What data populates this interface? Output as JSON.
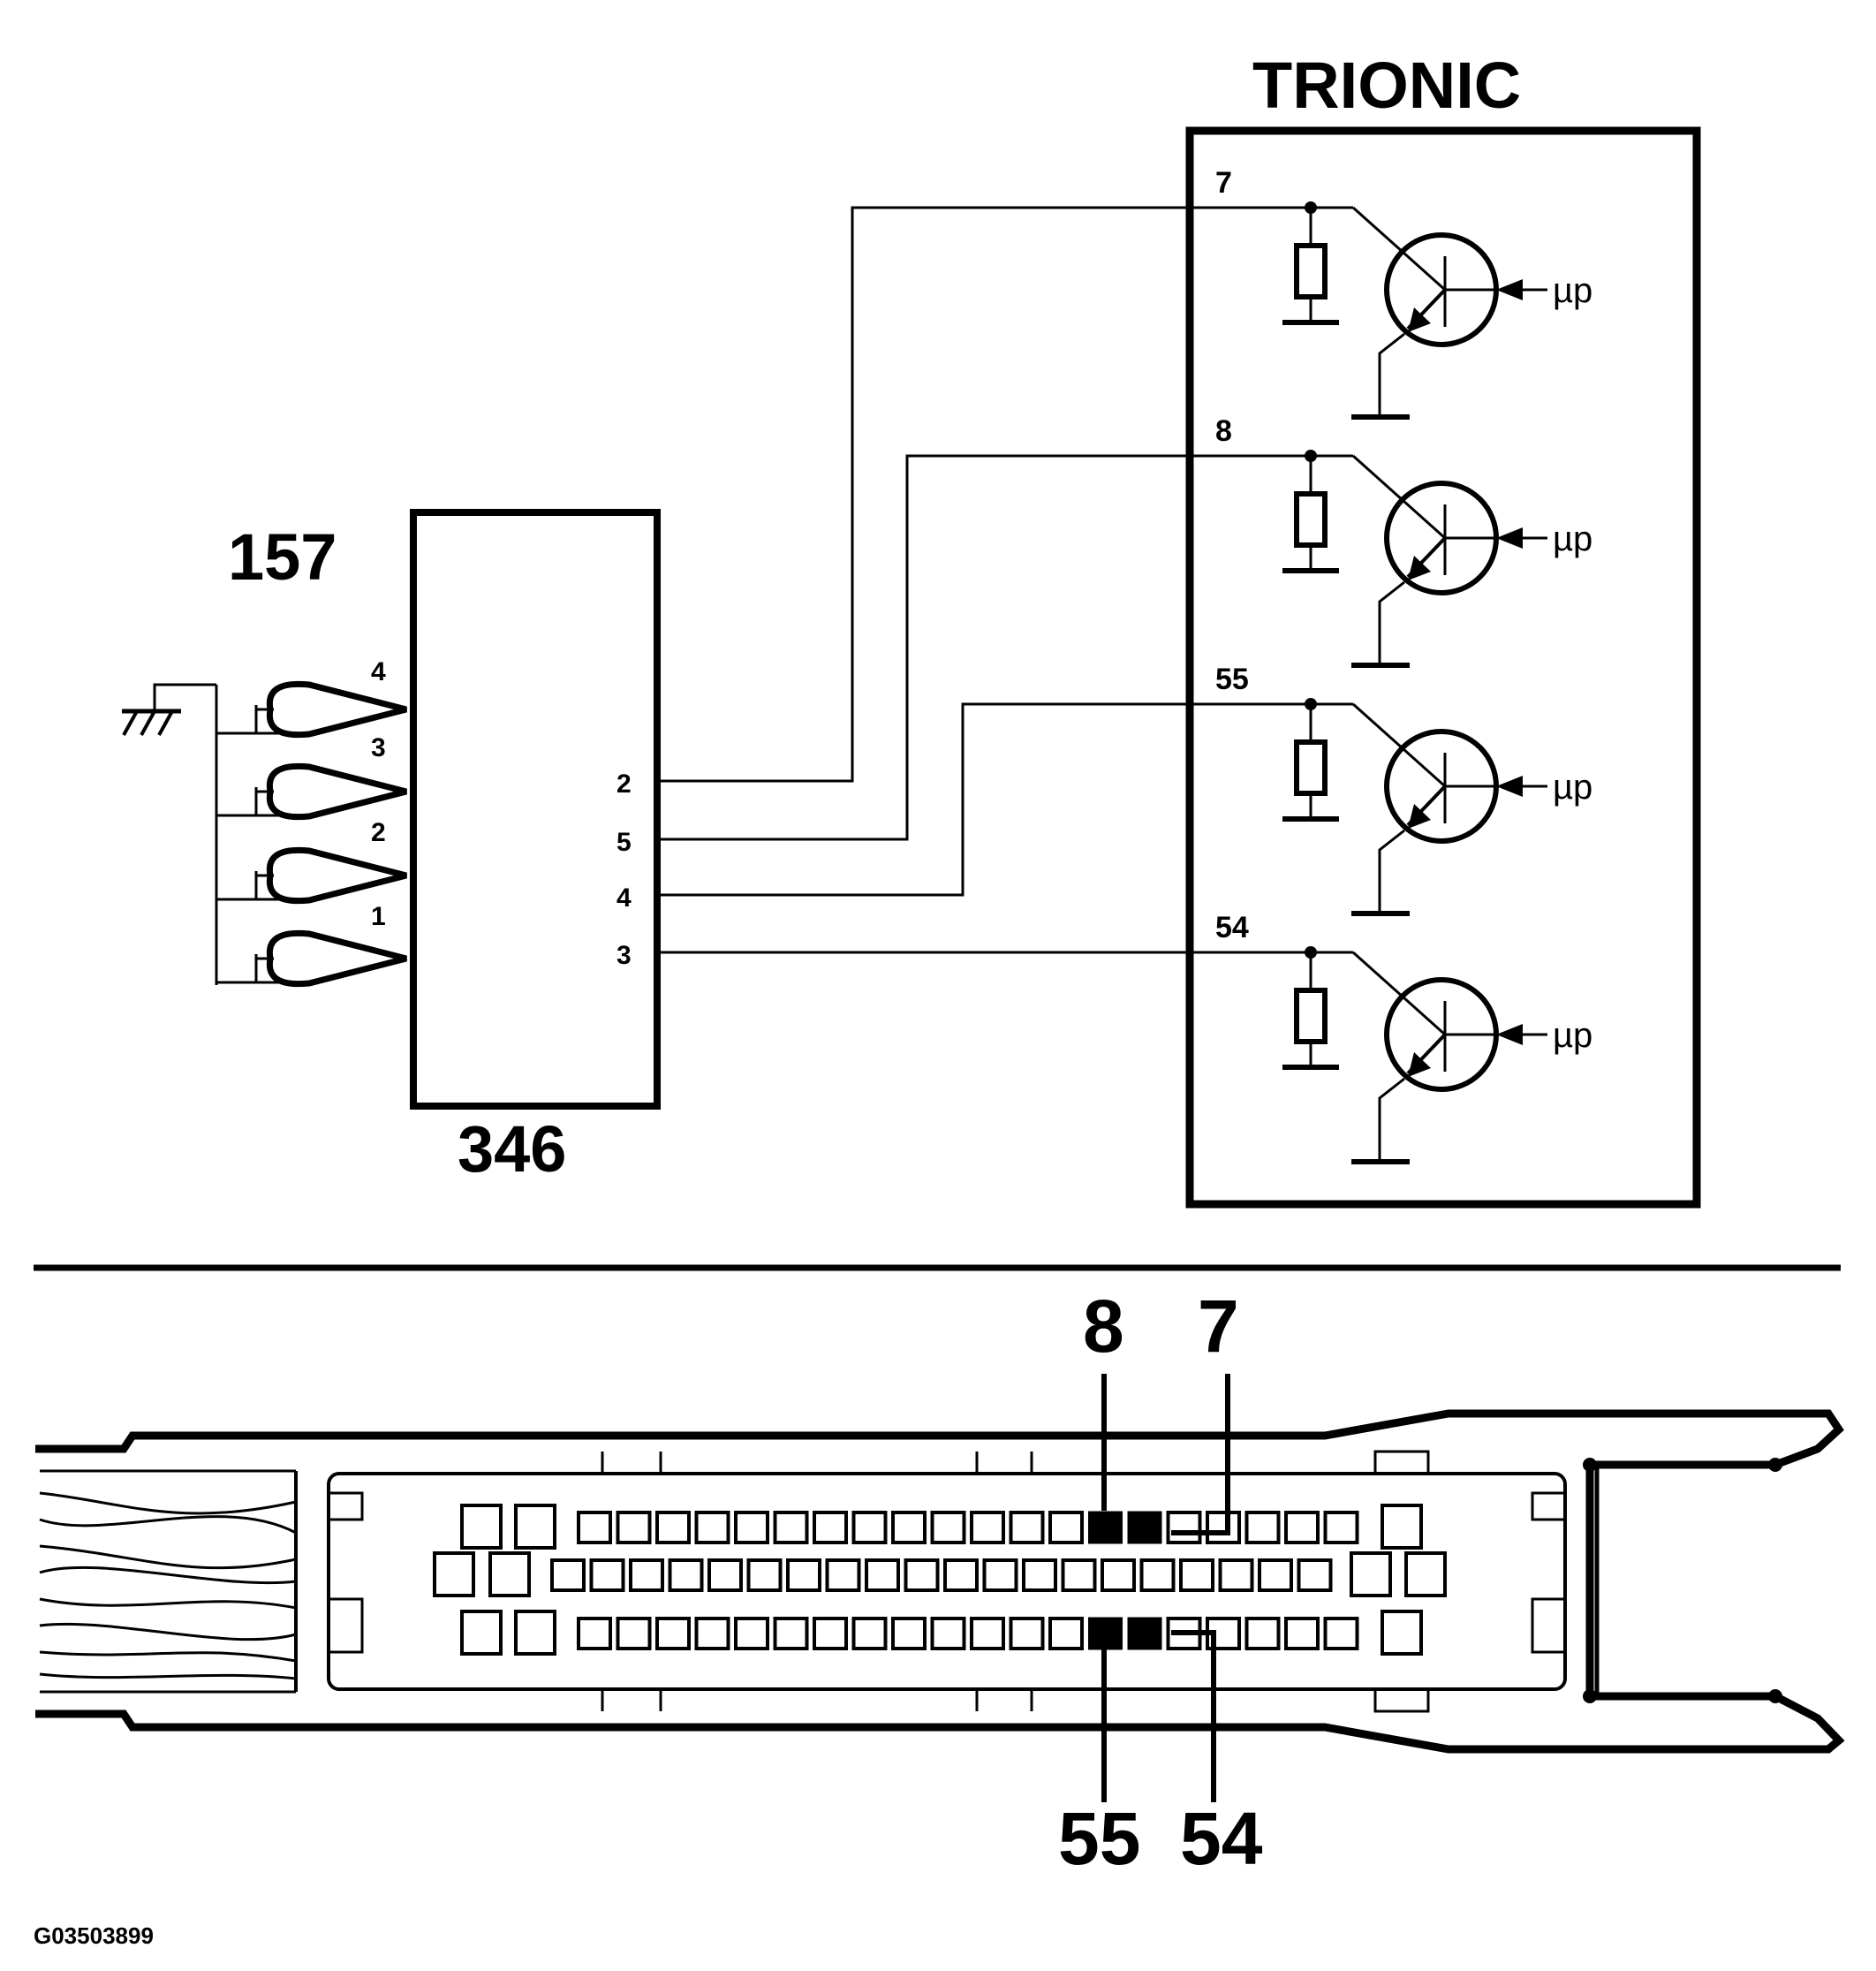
{
  "top": {
    "ecu_title": "TRIONIC",
    "module_label": "346",
    "coil_pack_label": "157",
    "micro_label": "µp",
    "ecu_pins": [
      "7",
      "8",
      "55",
      "54"
    ],
    "module_pins": [
      "2",
      "5",
      "4",
      "3"
    ],
    "coil_pins": [
      "4",
      "3",
      "2",
      "1"
    ]
  },
  "connector": {
    "top_labels": [
      "8",
      "7"
    ],
    "bottom_labels": [
      "55",
      "54"
    ]
  },
  "figure_code": "G03503899",
  "colors": {
    "line": "#000000",
    "background": "#ffffff"
  }
}
